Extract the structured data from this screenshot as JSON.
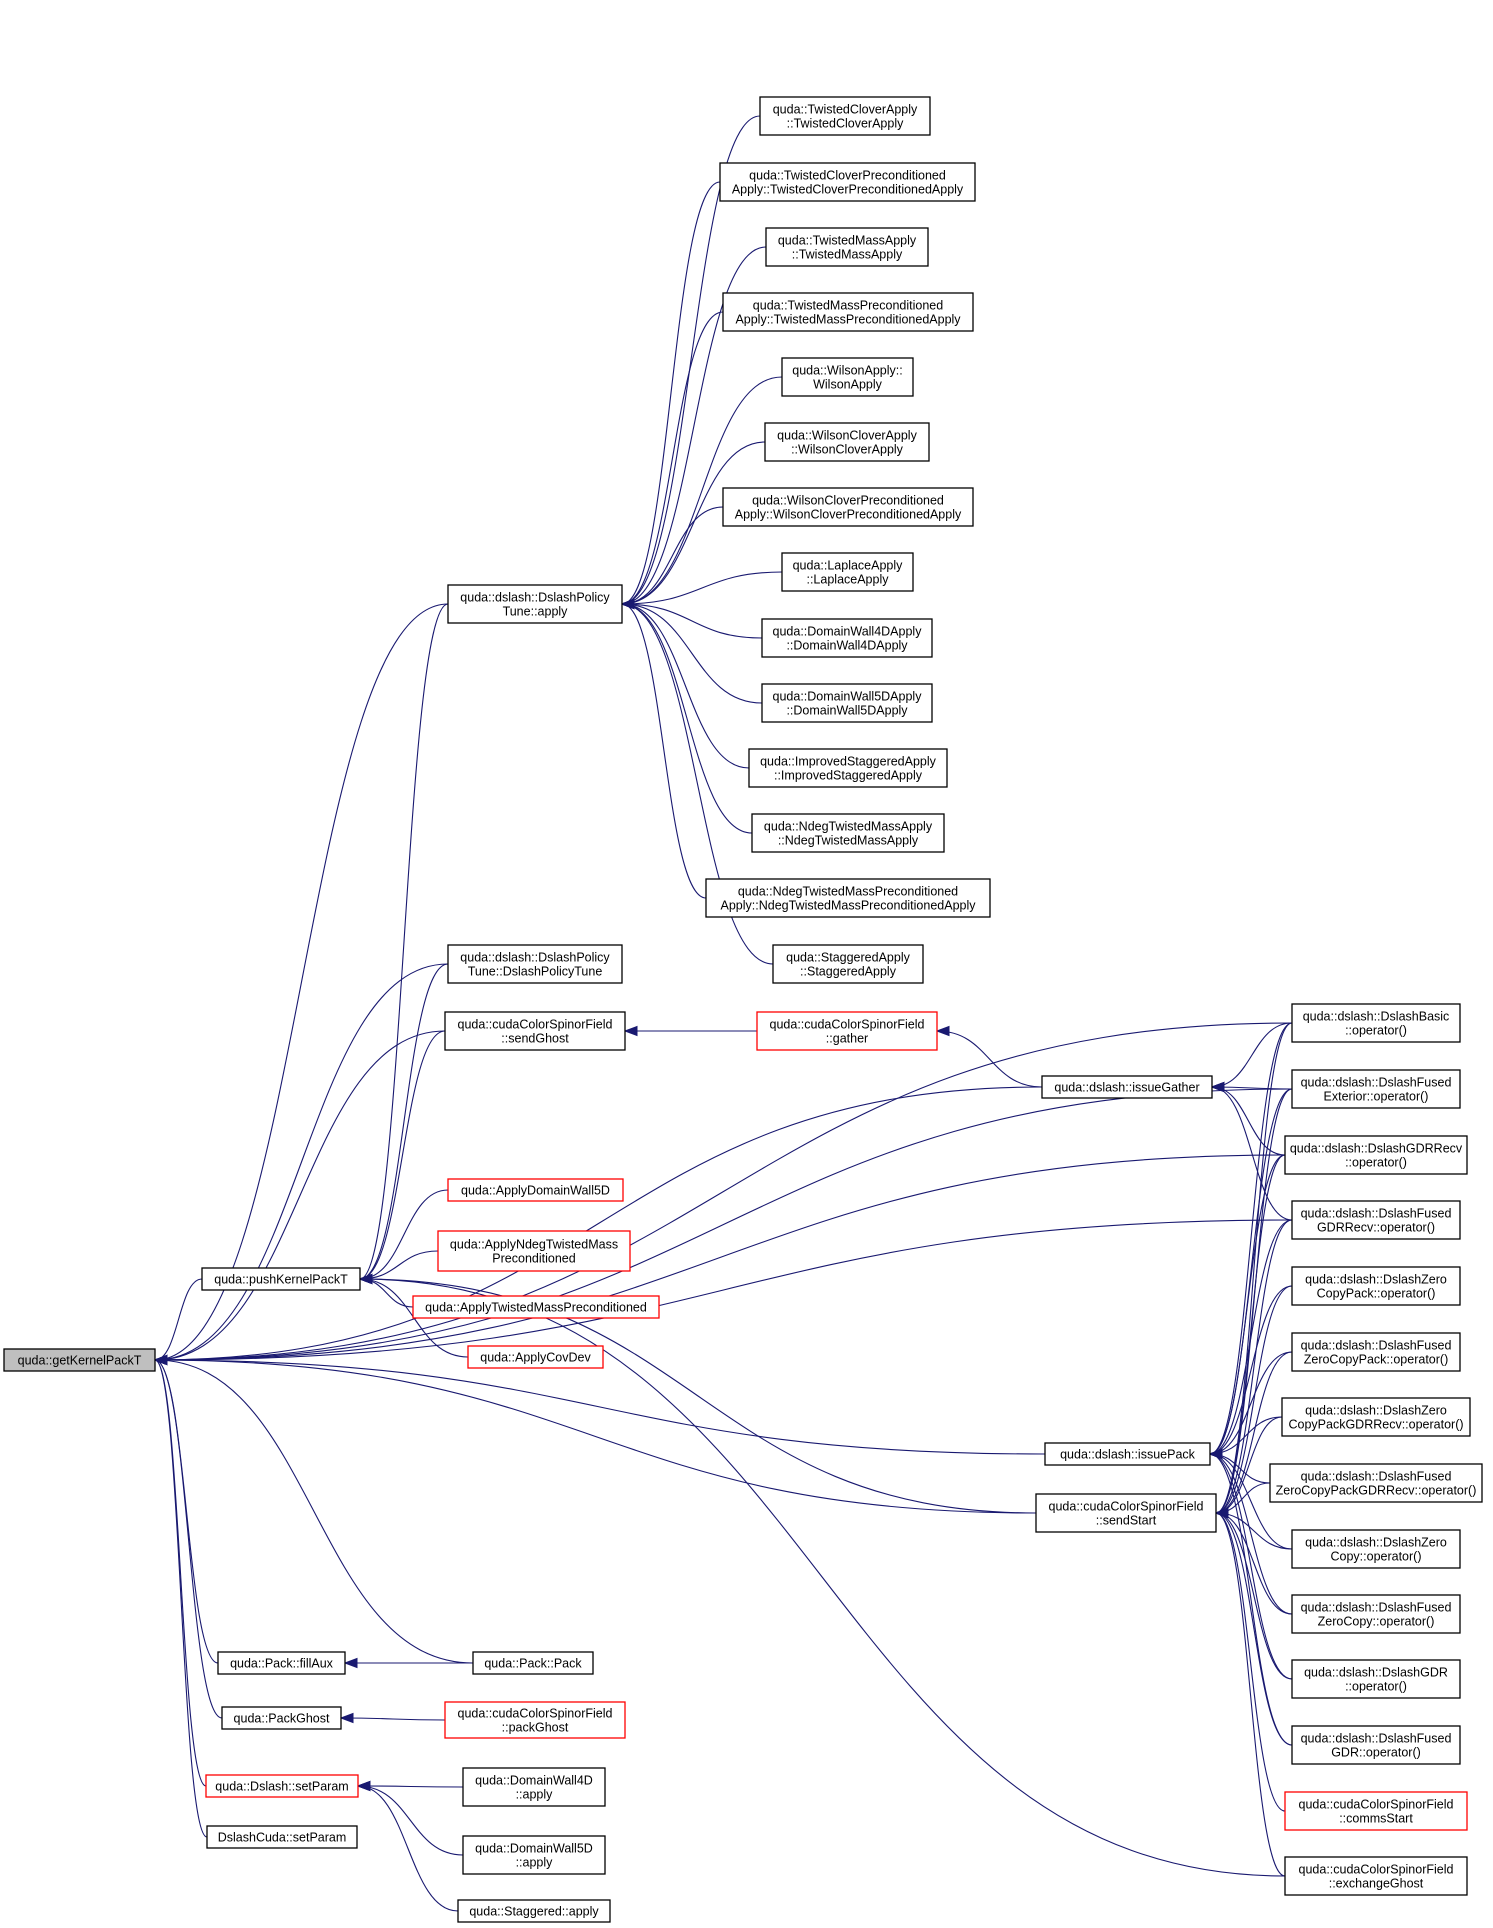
{
  "graph": {
    "nodes": [
      {
        "id": "getKernelPackT",
        "lines": [
          "quda::getKernelPackT"
        ],
        "style": "focus"
      },
      {
        "id": "pushKernelPackT",
        "lines": [
          "quda::pushKernelPackT"
        ],
        "style": "normal"
      },
      {
        "id": "policyApply",
        "lines": [
          "quda::dslash::DslashPolicy",
          "Tune::apply"
        ],
        "style": "normal"
      },
      {
        "id": "policyTune",
        "lines": [
          "quda::dslash::DslashPolicy",
          "Tune::DslashPolicyTune"
        ],
        "style": "normal"
      },
      {
        "id": "sendGhost",
        "lines": [
          "quda::cudaColorSpinorField",
          "::sendGhost"
        ],
        "style": "normal"
      },
      {
        "id": "gather",
        "lines": [
          "quda::cudaColorSpinorField",
          "::gather"
        ],
        "style": "red"
      },
      {
        "id": "issueGather",
        "lines": [
          "quda::dslash::issueGather"
        ],
        "style": "normal"
      },
      {
        "id": "issuePack",
        "lines": [
          "quda::dslash::issuePack"
        ],
        "style": "normal"
      },
      {
        "id": "sendStart",
        "lines": [
          "quda::cudaColorSpinorField",
          "::sendStart"
        ],
        "style": "normal"
      },
      {
        "id": "fillAux",
        "lines": [
          "quda::Pack::fillAux"
        ],
        "style": "normal"
      },
      {
        "id": "packPack",
        "lines": [
          "quda::Pack::Pack"
        ],
        "style": "normal"
      },
      {
        "id": "packGhost",
        "lines": [
          "quda::PackGhost"
        ],
        "style": "normal"
      },
      {
        "id": "cpsPackGhost",
        "lines": [
          "quda::cudaColorSpinorField",
          "::packGhost"
        ],
        "style": "red"
      },
      {
        "id": "dslashSetParam",
        "lines": [
          "quda::Dslash::setParam"
        ],
        "style": "red"
      },
      {
        "id": "dslashCudaSetParam",
        "lines": [
          "DslashCuda::setParam"
        ],
        "style": "normal"
      },
      {
        "id": "dw4dApplyFn",
        "lines": [
          "quda::DomainWall4D",
          "::apply"
        ],
        "style": "normal"
      },
      {
        "id": "dw5dApplyFn",
        "lines": [
          "quda::DomainWall5D",
          "::apply"
        ],
        "style": "normal"
      },
      {
        "id": "staggeredApply",
        "lines": [
          "quda::Staggered::apply"
        ],
        "style": "normal"
      },
      {
        "id": "applyDW5D",
        "lines": [
          "quda::ApplyDomainWall5D"
        ],
        "style": "red"
      },
      {
        "id": "applyNdegTM",
        "lines": [
          "quda::ApplyNdegTwistedMass",
          "Preconditioned"
        ],
        "style": "red"
      },
      {
        "id": "applyTMPrec",
        "lines": [
          "quda::ApplyTwistedMassPreconditioned"
        ],
        "style": "red"
      },
      {
        "id": "applyCovDev",
        "lines": [
          "quda::ApplyCovDev"
        ],
        "style": "red"
      },
      {
        "id": "twistedClover",
        "lines": [
          "quda::TwistedCloverApply",
          "::TwistedCloverApply"
        ],
        "style": "normal"
      },
      {
        "id": "twistedCloverPrec",
        "lines": [
          "quda::TwistedCloverPreconditioned",
          "Apply::TwistedCloverPreconditionedApply"
        ],
        "style": "normal"
      },
      {
        "id": "twistedMass",
        "lines": [
          "quda::TwistedMassApply",
          "::TwistedMassApply"
        ],
        "style": "normal"
      },
      {
        "id": "twistedMassPrec",
        "lines": [
          "quda::TwistedMassPreconditioned",
          "Apply::TwistedMassPreconditionedApply"
        ],
        "style": "normal"
      },
      {
        "id": "wilson",
        "lines": [
          "quda::WilsonApply::",
          "WilsonApply"
        ],
        "style": "normal"
      },
      {
        "id": "wilsonClover",
        "lines": [
          "quda::WilsonCloverApply",
          "::WilsonCloverApply"
        ],
        "style": "normal"
      },
      {
        "id": "wilsonCloverPrec",
        "lines": [
          "quda::WilsonCloverPreconditioned",
          "Apply::WilsonCloverPreconditionedApply"
        ],
        "style": "normal"
      },
      {
        "id": "laplace",
        "lines": [
          "quda::LaplaceApply",
          "::LaplaceApply"
        ],
        "style": "normal"
      },
      {
        "id": "dw4dApply",
        "lines": [
          "quda::DomainWall4DApply",
          "::DomainWall4DApply"
        ],
        "style": "normal"
      },
      {
        "id": "dw5dApply",
        "lines": [
          "quda::DomainWall5DApply",
          "::DomainWall5DApply"
        ],
        "style": "normal"
      },
      {
        "id": "improvedStaggered",
        "lines": [
          "quda::ImprovedStaggeredApply",
          "::ImprovedStaggeredApply"
        ],
        "style": "normal"
      },
      {
        "id": "ndegTM",
        "lines": [
          "quda::NdegTwistedMassApply",
          "::NdegTwistedMassApply"
        ],
        "style": "normal"
      },
      {
        "id": "ndegTMPrec",
        "lines": [
          "quda::NdegTwistedMassPreconditioned",
          "Apply::NdegTwistedMassPreconditionedApply"
        ],
        "style": "normal"
      },
      {
        "id": "staggeredApplyCls",
        "lines": [
          "quda::StaggeredApply",
          "::StaggeredApply"
        ],
        "style": "normal"
      },
      {
        "id": "dslashBasic",
        "lines": [
          "quda::dslash::DslashBasic",
          "::operator()"
        ],
        "style": "normal"
      },
      {
        "id": "dslashFusedExt",
        "lines": [
          "quda::dslash::DslashFused",
          "Exterior::operator()"
        ],
        "style": "normal"
      },
      {
        "id": "dslashGDRRecv",
        "lines": [
          "quda::dslash::DslashGDRRecv",
          "::operator()"
        ],
        "style": "normal"
      },
      {
        "id": "dslashFusedGDRRecv",
        "lines": [
          "quda::dslash::DslashFused",
          "GDRRecv::operator()"
        ],
        "style": "normal"
      },
      {
        "id": "zeroCopyPack",
        "lines": [
          "quda::dslash::DslashZero",
          "CopyPack::operator()"
        ],
        "style": "normal"
      },
      {
        "id": "fusedZeroCopyPack",
        "lines": [
          "quda::dslash::DslashFused",
          "ZeroCopyPack::operator()"
        ],
        "style": "normal"
      },
      {
        "id": "zeroCopyPackGDRRecv",
        "lines": [
          "quda::dslash::DslashZero",
          "CopyPackGDRRecv::operator()"
        ],
        "style": "normal"
      },
      {
        "id": "fusedZeroCopyPackGDRRecv",
        "lines": [
          "quda::dslash::DslashFused",
          "ZeroCopyPackGDRRecv::operator()"
        ],
        "style": "normal"
      },
      {
        "id": "zeroCopy",
        "lines": [
          "quda::dslash::DslashZero",
          "Copy::operator()"
        ],
        "style": "normal"
      },
      {
        "id": "fusedZeroCopy",
        "lines": [
          "quda::dslash::DslashFused",
          "ZeroCopy::operator()"
        ],
        "style": "normal"
      },
      {
        "id": "dslashGDR",
        "lines": [
          "quda::dslash::DslashGDR",
          "::operator()"
        ],
        "style": "normal"
      },
      {
        "id": "fusedGDR",
        "lines": [
          "quda::dslash::DslashFused",
          "GDR::operator()"
        ],
        "style": "normal"
      },
      {
        "id": "commsStart",
        "lines": [
          "quda::cudaColorSpinorField",
          "::commsStart"
        ],
        "style": "red"
      },
      {
        "id": "exchangeGhost",
        "lines": [
          "quda::cudaColorSpinorField",
          "::exchangeGhost"
        ],
        "style": "normal"
      }
    ],
    "edges": [
      [
        "pushKernelPackT",
        "getKernelPackT"
      ],
      [
        "policyApply",
        "getKernelPackT"
      ],
      [
        "policyTune",
        "getKernelPackT"
      ],
      [
        "sendGhost",
        "getKernelPackT"
      ],
      [
        "issueGather",
        "getKernelPackT"
      ],
      [
        "issuePack",
        "getKernelPackT"
      ],
      [
        "sendStart",
        "getKernelPackT"
      ],
      [
        "fillAux",
        "getKernelPackT"
      ],
      [
        "packPack",
        "getKernelPackT"
      ],
      [
        "packGhost",
        "getKernelPackT"
      ],
      [
        "dslashSetParam",
        "getKernelPackT"
      ],
      [
        "dslashCudaSetParam",
        "getKernelPackT"
      ],
      [
        "dslashBasic",
        "getKernelPackT"
      ],
      [
        "dslashFusedExt",
        "getKernelPackT"
      ],
      [
        "dslashGDRRecv",
        "getKernelPackT"
      ],
      [
        "dslashFusedGDRRecv",
        "getKernelPackT"
      ],
      [
        "policyApply",
        "pushKernelPackT"
      ],
      [
        "policyTune",
        "pushKernelPackT"
      ],
      [
        "sendGhost",
        "pushKernelPackT"
      ],
      [
        "applyDW5D",
        "pushKernelPackT"
      ],
      [
        "applyNdegTM",
        "pushKernelPackT"
      ],
      [
        "applyTMPrec",
        "pushKernelPackT"
      ],
      [
        "applyCovDev",
        "pushKernelPackT"
      ],
      [
        "sendStart",
        "pushKernelPackT"
      ],
      [
        "exchangeGhost",
        "pushKernelPackT"
      ],
      [
        "twistedClover",
        "policyApply"
      ],
      [
        "twistedCloverPrec",
        "policyApply"
      ],
      [
        "twistedMass",
        "policyApply"
      ],
      [
        "twistedMassPrec",
        "policyApply"
      ],
      [
        "wilson",
        "policyApply"
      ],
      [
        "wilsonClover",
        "policyApply"
      ],
      [
        "wilsonCloverPrec",
        "policyApply"
      ],
      [
        "laplace",
        "policyApply"
      ],
      [
        "dw4dApply",
        "policyApply"
      ],
      [
        "dw5dApply",
        "policyApply"
      ],
      [
        "improvedStaggered",
        "policyApply"
      ],
      [
        "ndegTM",
        "policyApply"
      ],
      [
        "ndegTMPrec",
        "policyApply"
      ],
      [
        "staggeredApplyCls",
        "policyApply"
      ],
      [
        "gather",
        "sendGhost"
      ],
      [
        "issueGather",
        "gather"
      ],
      [
        "dslashBasic",
        "issueGather"
      ],
      [
        "dslashFusedExt",
        "issueGather"
      ],
      [
        "dslashGDRRecv",
        "issueGather"
      ],
      [
        "dslashFusedGDRRecv",
        "issueGather"
      ],
      [
        "dslashBasic",
        "issuePack"
      ],
      [
        "dslashFusedExt",
        "issuePack"
      ],
      [
        "dslashGDRRecv",
        "issuePack"
      ],
      [
        "dslashFusedGDRRecv",
        "issuePack"
      ],
      [
        "zeroCopyPack",
        "issuePack"
      ],
      [
        "fusedZeroCopyPack",
        "issuePack"
      ],
      [
        "zeroCopyPackGDRRecv",
        "issuePack"
      ],
      [
        "fusedZeroCopyPackGDRRecv",
        "issuePack"
      ],
      [
        "zeroCopy",
        "issuePack"
      ],
      [
        "fusedZeroCopy",
        "issuePack"
      ],
      [
        "dslashGDR",
        "issuePack"
      ],
      [
        "fusedGDR",
        "issuePack"
      ],
      [
        "dslashBasic",
        "sendStart"
      ],
      [
        "dslashFusedExt",
        "sendStart"
      ],
      [
        "dslashGDRRecv",
        "sendStart"
      ],
      [
        "dslashFusedGDRRecv",
        "sendStart"
      ],
      [
        "zeroCopyPack",
        "sendStart"
      ],
      [
        "fusedZeroCopyPack",
        "sendStart"
      ],
      [
        "zeroCopyPackGDRRecv",
        "sendStart"
      ],
      [
        "fusedZeroCopyPackGDRRecv",
        "sendStart"
      ],
      [
        "zeroCopy",
        "sendStart"
      ],
      [
        "fusedZeroCopy",
        "sendStart"
      ],
      [
        "dslashGDR",
        "sendStart"
      ],
      [
        "fusedGDR",
        "sendStart"
      ],
      [
        "commsStart",
        "sendStart"
      ],
      [
        "exchangeGhost",
        "sendStart"
      ],
      [
        "packPack",
        "fillAux"
      ],
      [
        "cpsPackGhost",
        "packGhost"
      ],
      [
        "dw4dApplyFn",
        "dslashSetParam"
      ],
      [
        "dw5dApplyFn",
        "dslashSetParam"
      ],
      [
        "staggeredApply",
        "dslashSetParam"
      ]
    ]
  }
}
